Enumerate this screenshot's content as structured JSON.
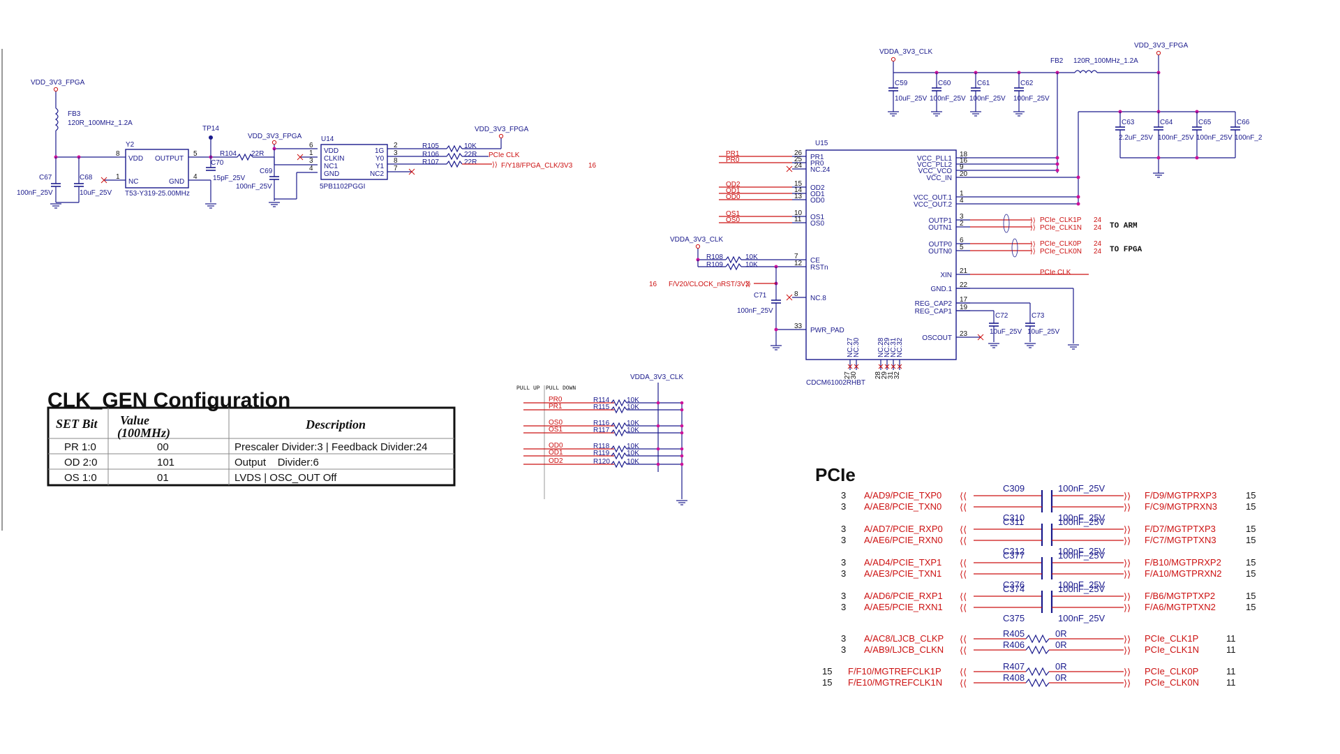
{
  "left_circuit": {
    "vdd_fb3": "VDD_3V3_FPGA",
    "fb3": {
      "ref": "FB3",
      "value": "120R_100MHz_1.2A"
    },
    "c67": {
      "ref": "C67",
      "value": "100nF_25V"
    },
    "c68": {
      "ref": "C68",
      "value": "10uF_25V"
    },
    "y2": {
      "ref": "Y2",
      "part": "T53-Y319-25.00MHz",
      "vdd": "VDD",
      "output": "OUTPUT",
      "nc": "NC",
      "gnd": "GND",
      "p8": "8",
      "p5": "5",
      "p1": "1",
      "p4": "4"
    },
    "tp14": "TP14",
    "r104": {
      "ref": "R104",
      "value": "22R"
    },
    "c70": {
      "ref": "C70",
      "value": "15pF_25V"
    },
    "vdd_u14": "VDD_3V3_FPGA",
    "c69": {
      "ref": "C69",
      "value": "100nF_25V"
    },
    "u14": {
      "ref": "U14",
      "part": "5PB1102PGGI",
      "vdd": "VDD",
      "clkin": "CLKIN",
      "nc1": "NC1",
      "gnd": "GND",
      "g1": "1G",
      "y0": "Y0",
      "y1": "Y1",
      "nc2": "NC2",
      "p6": "6",
      "p1": "1",
      "p3": "3",
      "p4": "4",
      "p2": "2",
      "p3r": "3",
      "p8": "8",
      "p7": "7"
    },
    "r105": {
      "ref": "R105",
      "value": "10K"
    },
    "r106": {
      "ref": "R106",
      "value": "22R"
    },
    "r107": {
      "ref": "R107",
      "value": "22R"
    },
    "vdd_top": "VDD_3V3_FPGA",
    "pcie_clk": "PCIe CLK",
    "fpga_clk": "F/Y18/FPGA_CLK/3V3",
    "fpga_clk_page": "16"
  },
  "u15_block": {
    "vdda_top": "VDDA_3V3_CLK",
    "fb2": {
      "ref": "FB2",
      "value": "120R_100MHz_1.2A"
    },
    "vdd_right": "VDD_3V3_FPGA",
    "caps_top": [
      {
        "ref": "C59",
        "value": "10uF_25V"
      },
      {
        "ref": "C60",
        "value": "100nF_25V"
      },
      {
        "ref": "C61",
        "value": "100nF_25V"
      },
      {
        "ref": "C62",
        "value": "100nF_25V"
      }
    ],
    "caps_right": [
      {
        "ref": "C63",
        "value": "2.2uF_25V"
      },
      {
        "ref": "C64",
        "value": "100nF_25V"
      },
      {
        "ref": "C65",
        "value": "100nF_25V"
      },
      {
        "ref": "C66",
        "value": "100nF_2"
      }
    ],
    "u15": {
      "ref": "U15",
      "part": "CDCM61002RHBT"
    },
    "left_pins": [
      {
        "net": "PR1",
        "num": "26",
        "name": "PR1"
      },
      {
        "net": "PR0",
        "num": "25",
        "name": "PR0"
      },
      {
        "net": "",
        "num": "24",
        "name": "NC.24"
      },
      {
        "net": "OD2",
        "num": "15",
        "name": "OD2"
      },
      {
        "net": "OD1",
        "num": "14",
        "name": "OD1"
      },
      {
        "net": "OD0",
        "num": "13",
        "name": "OD0"
      },
      {
        "net": "OS1",
        "num": "10",
        "name": "OS1"
      },
      {
        "net": "OS0",
        "num": "11",
        "name": "OS0"
      },
      {
        "net": "",
        "num": "7",
        "name": "CE"
      },
      {
        "net": "",
        "num": "12",
        "name": "RSTn"
      },
      {
        "net": "",
        "num": "8",
        "name": "NC.8"
      },
      {
        "net": "",
        "num": "33",
        "name": "PWR_PAD"
      }
    ],
    "right_pins": [
      {
        "num": "18",
        "name": "VCC_PLL1"
      },
      {
        "num": "16",
        "name": "VCC_PLL2"
      },
      {
        "num": "9",
        "name": "VCC_VCO"
      },
      {
        "num": "20",
        "name": "VCC_IN"
      },
      {
        "num": "1",
        "name": "VCC_OUT.1"
      },
      {
        "num": "4",
        "name": "VCC_OUT.2"
      },
      {
        "num": "3",
        "name": "OUTP1"
      },
      {
        "num": "2",
        "name": "OUTN1"
      },
      {
        "num": "6",
        "name": "OUTP0"
      },
      {
        "num": "5",
        "name": "OUTN0"
      },
      {
        "num": "21",
        "name": "XIN"
      },
      {
        "num": "22",
        "name": "GND.1"
      },
      {
        "num": "17",
        "name": "REG_CAP2"
      },
      {
        "num": "19",
        "name": "REG_CAP1"
      },
      {
        "num": "23",
        "name": "OSCOUT"
      }
    ],
    "bottom_pins": [
      "NC.27",
      "NC.30",
      "NC.28",
      "NC.29",
      "NC.31",
      "NC.32"
    ],
    "bottom_nums": [
      "27",
      "30",
      "28",
      "29",
      "31",
      "32"
    ],
    "vdda_left": "VDDA_3V3_CLK",
    "r108": {
      "ref": "R108",
      "value": "10K"
    },
    "r109": {
      "ref": "R109",
      "value": "10K"
    },
    "reset_net": "F/V20/CLOCK_nRST/3V3",
    "reset_page": "16",
    "c71": {
      "ref": "C71",
      "value": "100nF_25V"
    },
    "c72": {
      "ref": "C72",
      "value": "10uF_25V"
    },
    "c73": {
      "ref": "C73",
      "value": "10uF_25V"
    },
    "out_nets": [
      {
        "net": "PCIe_CLK1P",
        "page": "24"
      },
      {
        "net": "PCIe_CLK1N",
        "page": "24"
      },
      {
        "net": "PCIe_CLK0P",
        "page": "24"
      },
      {
        "net": "PCIe_CLK0N",
        "page": "24"
      }
    ],
    "to_arm": "TO ARM",
    "to_fpga": "TO FPGA",
    "xin_net": "PCIe CLK"
  },
  "clk_gen": {
    "title": "CLK_GEN Configuration",
    "headers": [
      "SET Bit",
      "Value (100MHz)",
      "Description"
    ],
    "rows": [
      {
        "bit": "PR 1:0",
        "value": "00",
        "desc": "Prescaler Divider:3 | Feedback Divider:24"
      },
      {
        "bit": "OD 2:0",
        "value": "101",
        "desc": "Output    Divider:6"
      },
      {
        "bit": "OS 1:0",
        "value": "01",
        "desc": "LVDS | OSC_OUT Off"
      }
    ]
  },
  "pull_block": {
    "pull_up": "PULL UP",
    "pull_down": "PULL DOWN",
    "vdda": "VDDA_3V3_CLK",
    "rows": [
      {
        "net": "PR0",
        "ref": "R114",
        "value": "10K"
      },
      {
        "net": "PR1",
        "ref": "R115",
        "value": "10K"
      },
      {
        "net": "OS0",
        "ref": "R116",
        "value": "10K"
      },
      {
        "net": "OS1",
        "ref": "R117",
        "value": "10K"
      },
      {
        "net": "OD0",
        "ref": "R118",
        "value": "10K"
      },
      {
        "net": "OD1",
        "ref": "R119",
        "value": "10K"
      },
      {
        "net": "OD2",
        "ref": "R120",
        "value": "10K"
      }
    ]
  },
  "pcie": {
    "title": "PCIe",
    "pairs": [
      {
        "lp": "3",
        "ln": "A/AD9/PCIE_TXP0",
        "c": "C309",
        "v": "100nF_25V",
        "rn": "F/D9/MGTPRXP3",
        "rp": "15"
      },
      {
        "lp": "3",
        "ln": "A/AE8/PCIE_TXN0",
        "c": "C310",
        "v": "100nF_25V",
        "rn": "F/C9/MGTPRXN3",
        "rp": "15"
      },
      {
        "lp": "3",
        "ln": "A/AD7/PCIE_RXP0",
        "c": "C311",
        "v": "100nF_25V",
        "rn": "F/D7/MGTPTXP3",
        "rp": "15"
      },
      {
        "lp": "3",
        "ln": "A/AE6/PCIE_RXN0",
        "c": "C312",
        "v": "100nF_25V",
        "rn": "F/C7/MGTPTXN3",
        "rp": "15"
      },
      {
        "lp": "3",
        "ln": "A/AD4/PCIE_TXP1",
        "c": "C377",
        "v": "100nF_25V",
        "rn": "F/B10/MGTPRXP2",
        "rp": "15"
      },
      {
        "lp": "3",
        "ln": "A/AE3/PCIE_TXN1",
        "c": "C376",
        "v": "100nF_25V",
        "rn": "F/A10/MGTPRXN2",
        "rp": "15"
      },
      {
        "lp": "3",
        "ln": "A/AD6/PCIE_RXP1",
        "c": "C374",
        "v": "100nF_25V",
        "rn": "F/B6/MGTPTXP2",
        "rp": "15"
      },
      {
        "lp": "3",
        "ln": "A/AE5/PCIE_RXN1",
        "c": "C375",
        "v": "100nF_25V",
        "rn": "F/A6/MGTPTXN2",
        "rp": "15"
      }
    ],
    "res": [
      {
        "lp": "3",
        "ln": "A/AC8/LJCB_CLKP",
        "r": "R405",
        "v": "0R",
        "rn": "PCIe_CLK1P",
        "rp": "11"
      },
      {
        "lp": "3",
        "ln": "A/AB9/LJCB_CLKN",
        "r": "R406",
        "v": "0R",
        "rn": "PCIe_CLK1N",
        "rp": "11"
      },
      {
        "lp": "15",
        "ln": "F/F10/MGTREFCLK1P",
        "r": "R407",
        "v": "0R",
        "rn": "PCIe_CLK0P",
        "rp": "11"
      },
      {
        "lp": "15",
        "ln": "F/E10/MGTREFCLK1N",
        "r": "R408",
        "v": "0R",
        "rn": "PCIe_CLK0N",
        "rp": "11"
      }
    ]
  }
}
